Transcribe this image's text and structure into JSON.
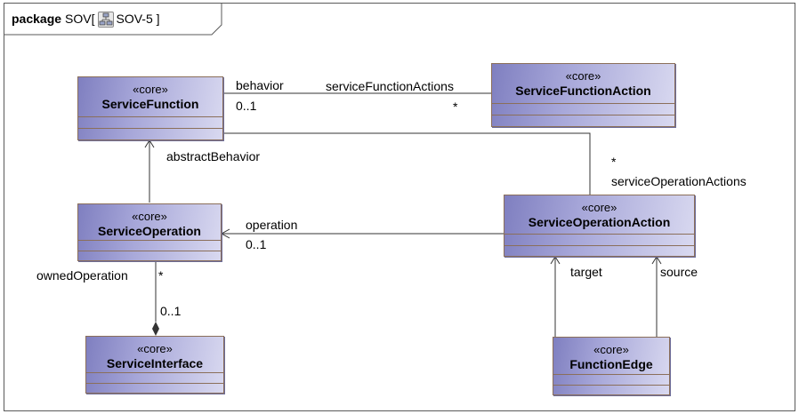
{
  "frame": {
    "keyword": "package",
    "name": "SOV",
    "bracket_open": "[",
    "diagram_name": "SOV-5",
    "bracket_close": "]",
    "diagram_icon": "class-diagram-icon"
  },
  "classes": {
    "service_function": {
      "stereotype": "«core»",
      "name": "ServiceFunction"
    },
    "service_function_action": {
      "stereotype": "«core»",
      "name": "ServiceFunctionAction"
    },
    "service_operation": {
      "stereotype": "«core»",
      "name": "ServiceOperation"
    },
    "service_operation_action": {
      "stereotype": "«core»",
      "name": "ServiceOperationAction"
    },
    "service_interface": {
      "stereotype": "«core»",
      "name": "ServiceInterface"
    },
    "function_edge": {
      "stereotype": "«core»",
      "name": "FunctionEdge"
    }
  },
  "labels": {
    "behavior": "behavior",
    "behavior_mult": "0..1",
    "service_function_actions": "serviceFunctionActions",
    "service_function_actions_mult": "*",
    "service_operation_actions_mult": "*",
    "service_operation_actions": "serviceOperationActions",
    "abstract_behavior": "abstractBehavior",
    "operation": "operation",
    "operation_mult": "0..1",
    "owned_operation": "ownedOperation",
    "owned_operation_mult": "*",
    "interface_mult": "0..1",
    "target": "target",
    "source": "source"
  }
}
